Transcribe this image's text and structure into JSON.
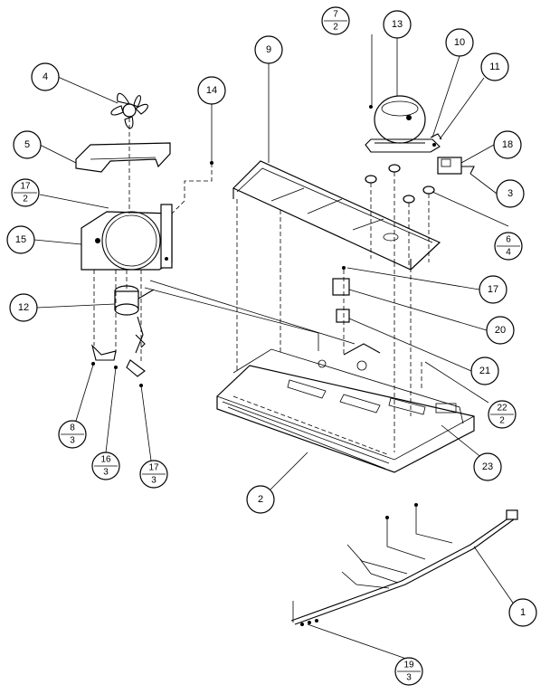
{
  "callouts": [
    {
      "id": "c4",
      "label": "4"
    },
    {
      "id": "c5",
      "label": "5"
    },
    {
      "id": "c17a",
      "top": "17",
      "bottom": "2"
    },
    {
      "id": "c15",
      "label": "15"
    },
    {
      "id": "c12",
      "label": "12"
    },
    {
      "id": "c14",
      "label": "14"
    },
    {
      "id": "c9",
      "label": "9"
    },
    {
      "id": "c7",
      "top": "7",
      "bottom": "2"
    },
    {
      "id": "c13",
      "label": "13"
    },
    {
      "id": "c10",
      "label": "10"
    },
    {
      "id": "c11",
      "label": "11"
    },
    {
      "id": "c18",
      "label": "18"
    },
    {
      "id": "c3",
      "label": "3"
    },
    {
      "id": "c6",
      "top": "6",
      "bottom": "4"
    },
    {
      "id": "c17b",
      "label": "17"
    },
    {
      "id": "c20",
      "label": "20"
    },
    {
      "id": "c21",
      "label": "21"
    },
    {
      "id": "c22",
      "top": "22",
      "bottom": "2"
    },
    {
      "id": "c23",
      "label": "23"
    },
    {
      "id": "c2",
      "label": "2"
    },
    {
      "id": "c8",
      "top": "8",
      "bottom": "3"
    },
    {
      "id": "c16",
      "top": "16",
      "bottom": "3"
    },
    {
      "id": "c17c",
      "top": "17",
      "bottom": "3"
    },
    {
      "id": "c1",
      "label": "1"
    },
    {
      "id": "c19",
      "top": "19",
      "bottom": "3"
    }
  ]
}
